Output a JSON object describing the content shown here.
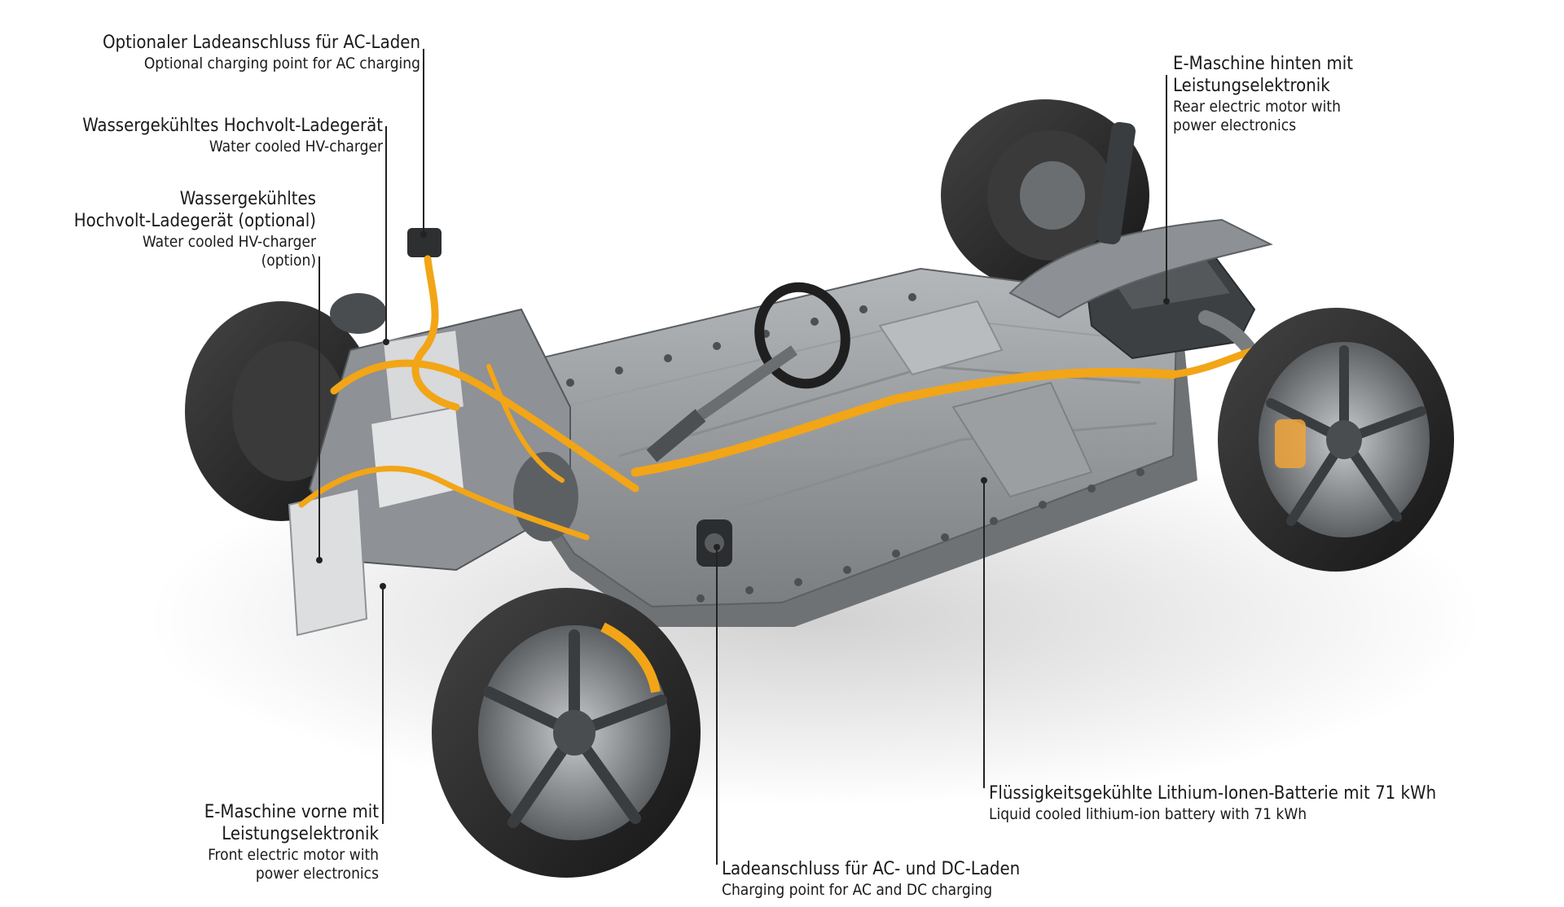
{
  "diagram": {
    "callouts": [
      {
        "id": "ac-port",
        "de": [
          "Optionaler Ladeanschluss für AC-Laden"
        ],
        "en": [
          "Optional charging point for AC charging"
        ]
      },
      {
        "id": "hv-charger",
        "de": [
          "Wassergekühltes Hochvolt-Ladegerät"
        ],
        "en": [
          "Water cooled HV-charger"
        ]
      },
      {
        "id": "hv-charger-opt",
        "de": [
          "Wassergekühltes",
          "Hochvolt-Ladegerät (optional)"
        ],
        "en": [
          "Water cooled HV-charger",
          "(option)"
        ]
      },
      {
        "id": "rear-motor",
        "de": [
          "E-Maschine hinten mit",
          "Leistungselektronik"
        ],
        "en": [
          "Rear electric motor with",
          "power electronics"
        ]
      },
      {
        "id": "front-motor",
        "de": [
          "E-Maschine vorne mit",
          "Leistungselektronik"
        ],
        "en": [
          "Front electric motor with",
          "power electronics"
        ]
      },
      {
        "id": "battery",
        "de": [
          "Flüssigkeitsgekühlte Lithium-Ionen-Batterie mit 71 kWh"
        ],
        "en": [
          "Liquid cooled lithium-ion battery with 71 kWh"
        ]
      },
      {
        "id": "acdc-port",
        "de": [
          "Ladeanschluss für AC- und DC-Laden"
        ],
        "en": [
          "Charging point for AC and DC charging"
        ]
      }
    ]
  },
  "colors": {
    "hv_cable": "#f2a516",
    "battery_tray": "#8d9093",
    "battery_top": "#a7aaad",
    "tire": "#2b2b2b",
    "rim": "#7c7f82",
    "leader": "#222222"
  }
}
